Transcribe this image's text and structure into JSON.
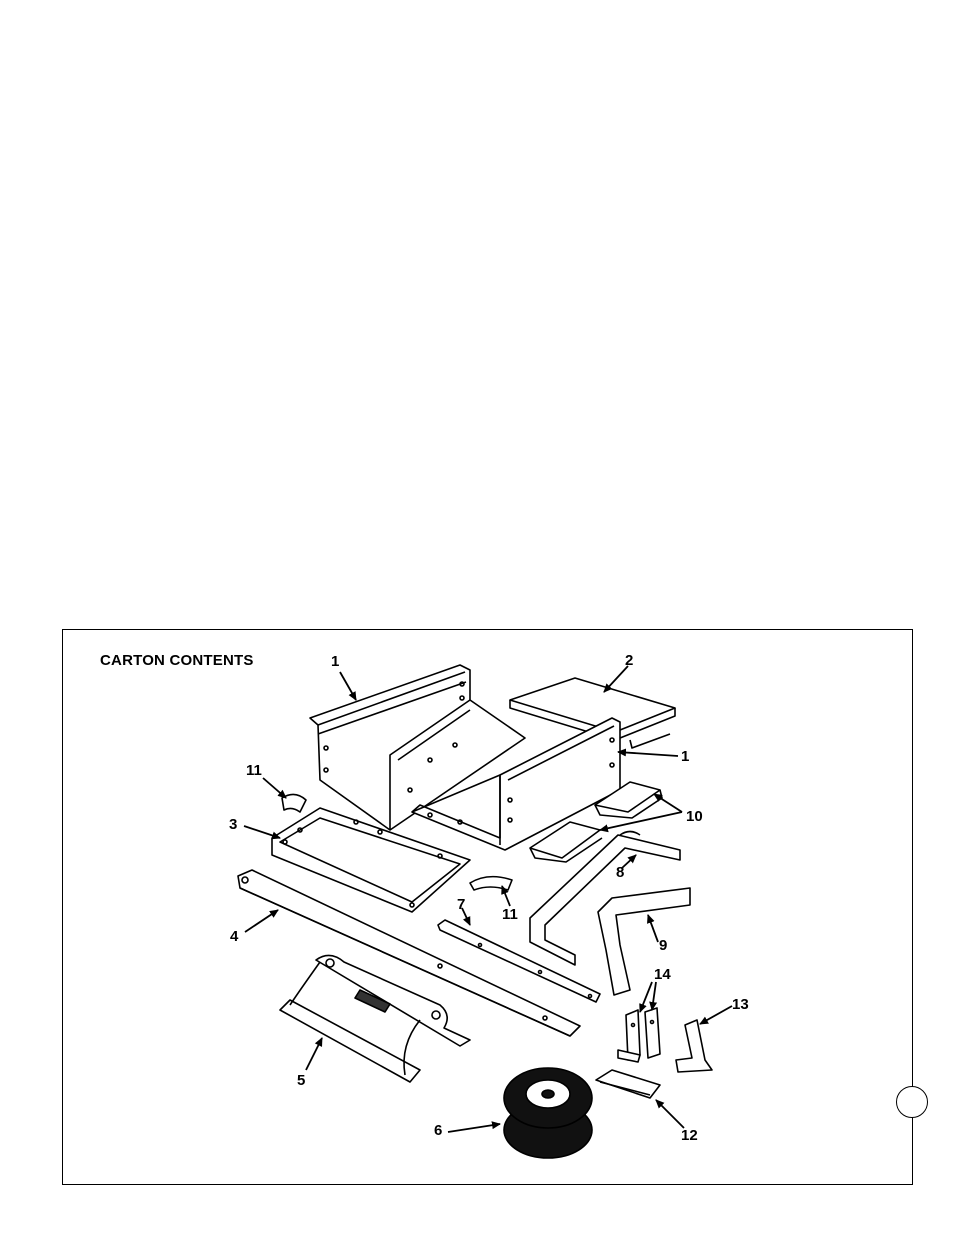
{
  "figure": {
    "title": "CARTON CONTENTS",
    "callouts": [
      {
        "id": "c1a",
        "label": "1"
      },
      {
        "id": "c2",
        "label": "2"
      },
      {
        "id": "c1b",
        "label": "1"
      },
      {
        "id": "c11a",
        "label": "11"
      },
      {
        "id": "c3",
        "label": "3"
      },
      {
        "id": "c10",
        "label": "10"
      },
      {
        "id": "c8",
        "label": "8"
      },
      {
        "id": "c11b",
        "label": "11"
      },
      {
        "id": "c4",
        "label": "4"
      },
      {
        "id": "c7",
        "label": "7"
      },
      {
        "id": "c9",
        "label": "9"
      },
      {
        "id": "c14",
        "label": "14"
      },
      {
        "id": "c13",
        "label": "13"
      },
      {
        "id": "c5",
        "label": "5"
      },
      {
        "id": "c6",
        "label": "6"
      },
      {
        "id": "c12",
        "label": "12"
      }
    ]
  }
}
